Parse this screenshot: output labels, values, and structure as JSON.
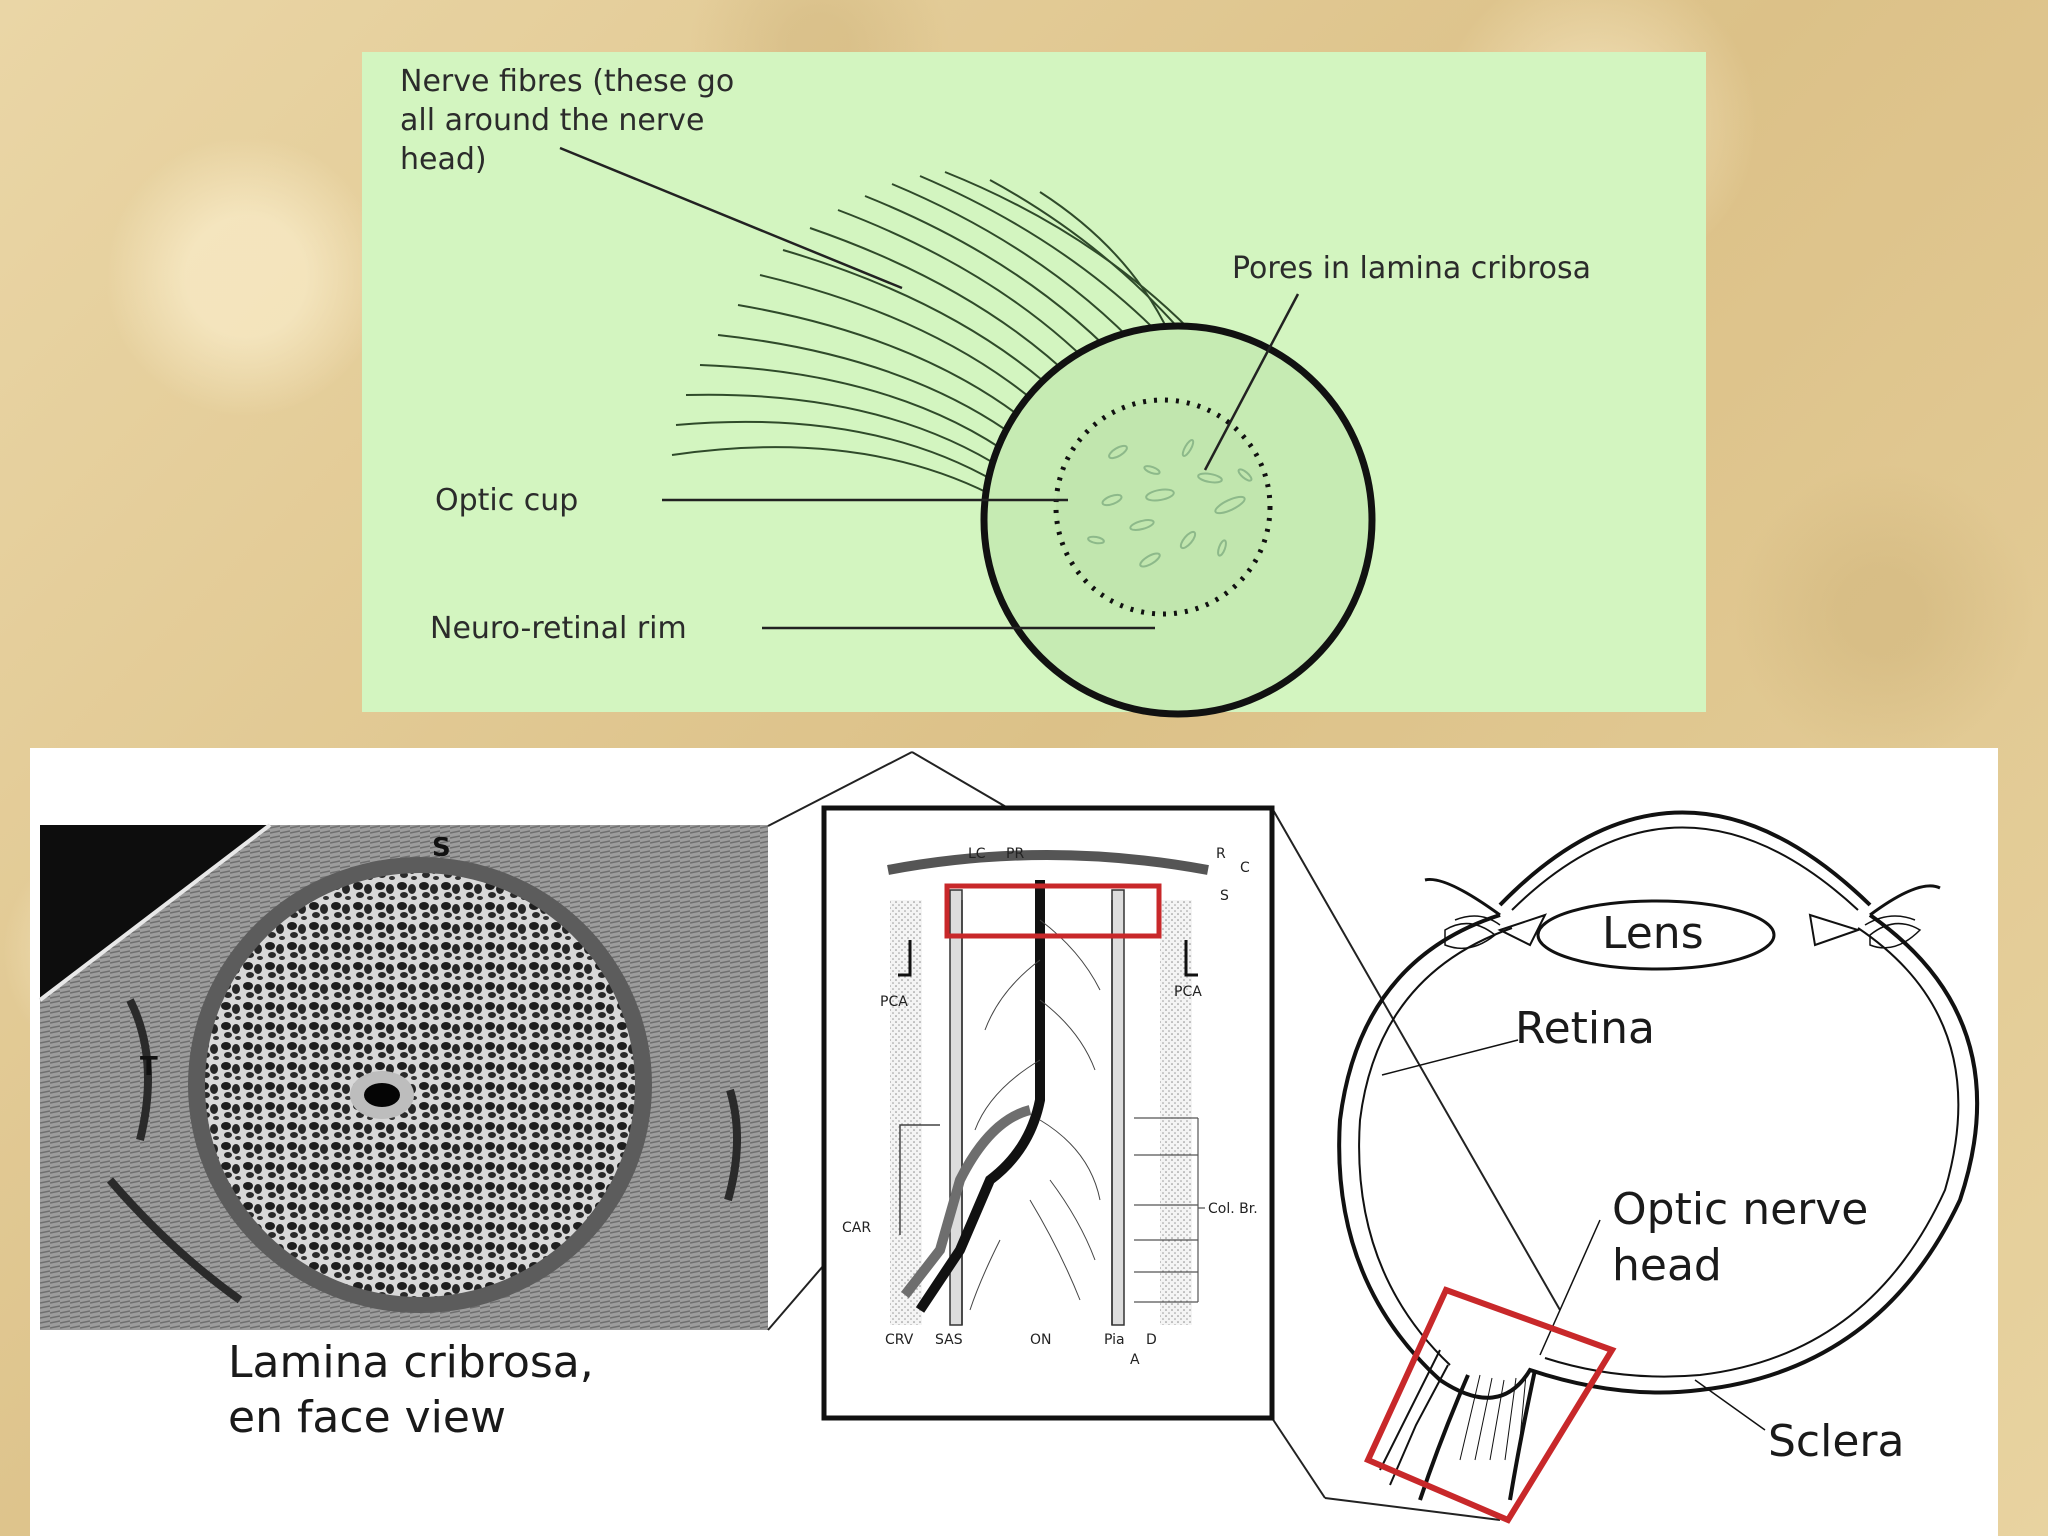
{
  "top_diagram": {
    "nerve_fibres": [
      "Nerve fibres (these go",
      "all around the nerve",
      "head)"
    ],
    "pores": "Pores in lamina cribrosa",
    "optic_cup": "Optic cup",
    "neuro_rim": "Neuro-retinal rim"
  },
  "micrograph": {
    "label_s": "S",
    "label_t": "T",
    "caption": [
      "Lamina cribrosa,",
      "en face view"
    ]
  },
  "inset": {
    "lc": "LC",
    "pr": "PR",
    "r": "R",
    "c": "C",
    "s": "S",
    "pca_left": "PCA",
    "pca_right": "PCA",
    "car": "CAR",
    "col_br": "Col. Br.",
    "crv": "CRV",
    "sas": "SAS",
    "on": "ON",
    "pia": "Pia",
    "d": "D",
    "a": "A"
  },
  "eye": {
    "lens": "Lens",
    "retina": "Retina",
    "optic_nerve_head": [
      "Optic nerve",
      "head"
    ],
    "sclera": "Sclera"
  },
  "colors": {
    "top_panel": "#d3f5c0",
    "highlight_box": "#c8282a",
    "parchment": "#e6cf98"
  }
}
